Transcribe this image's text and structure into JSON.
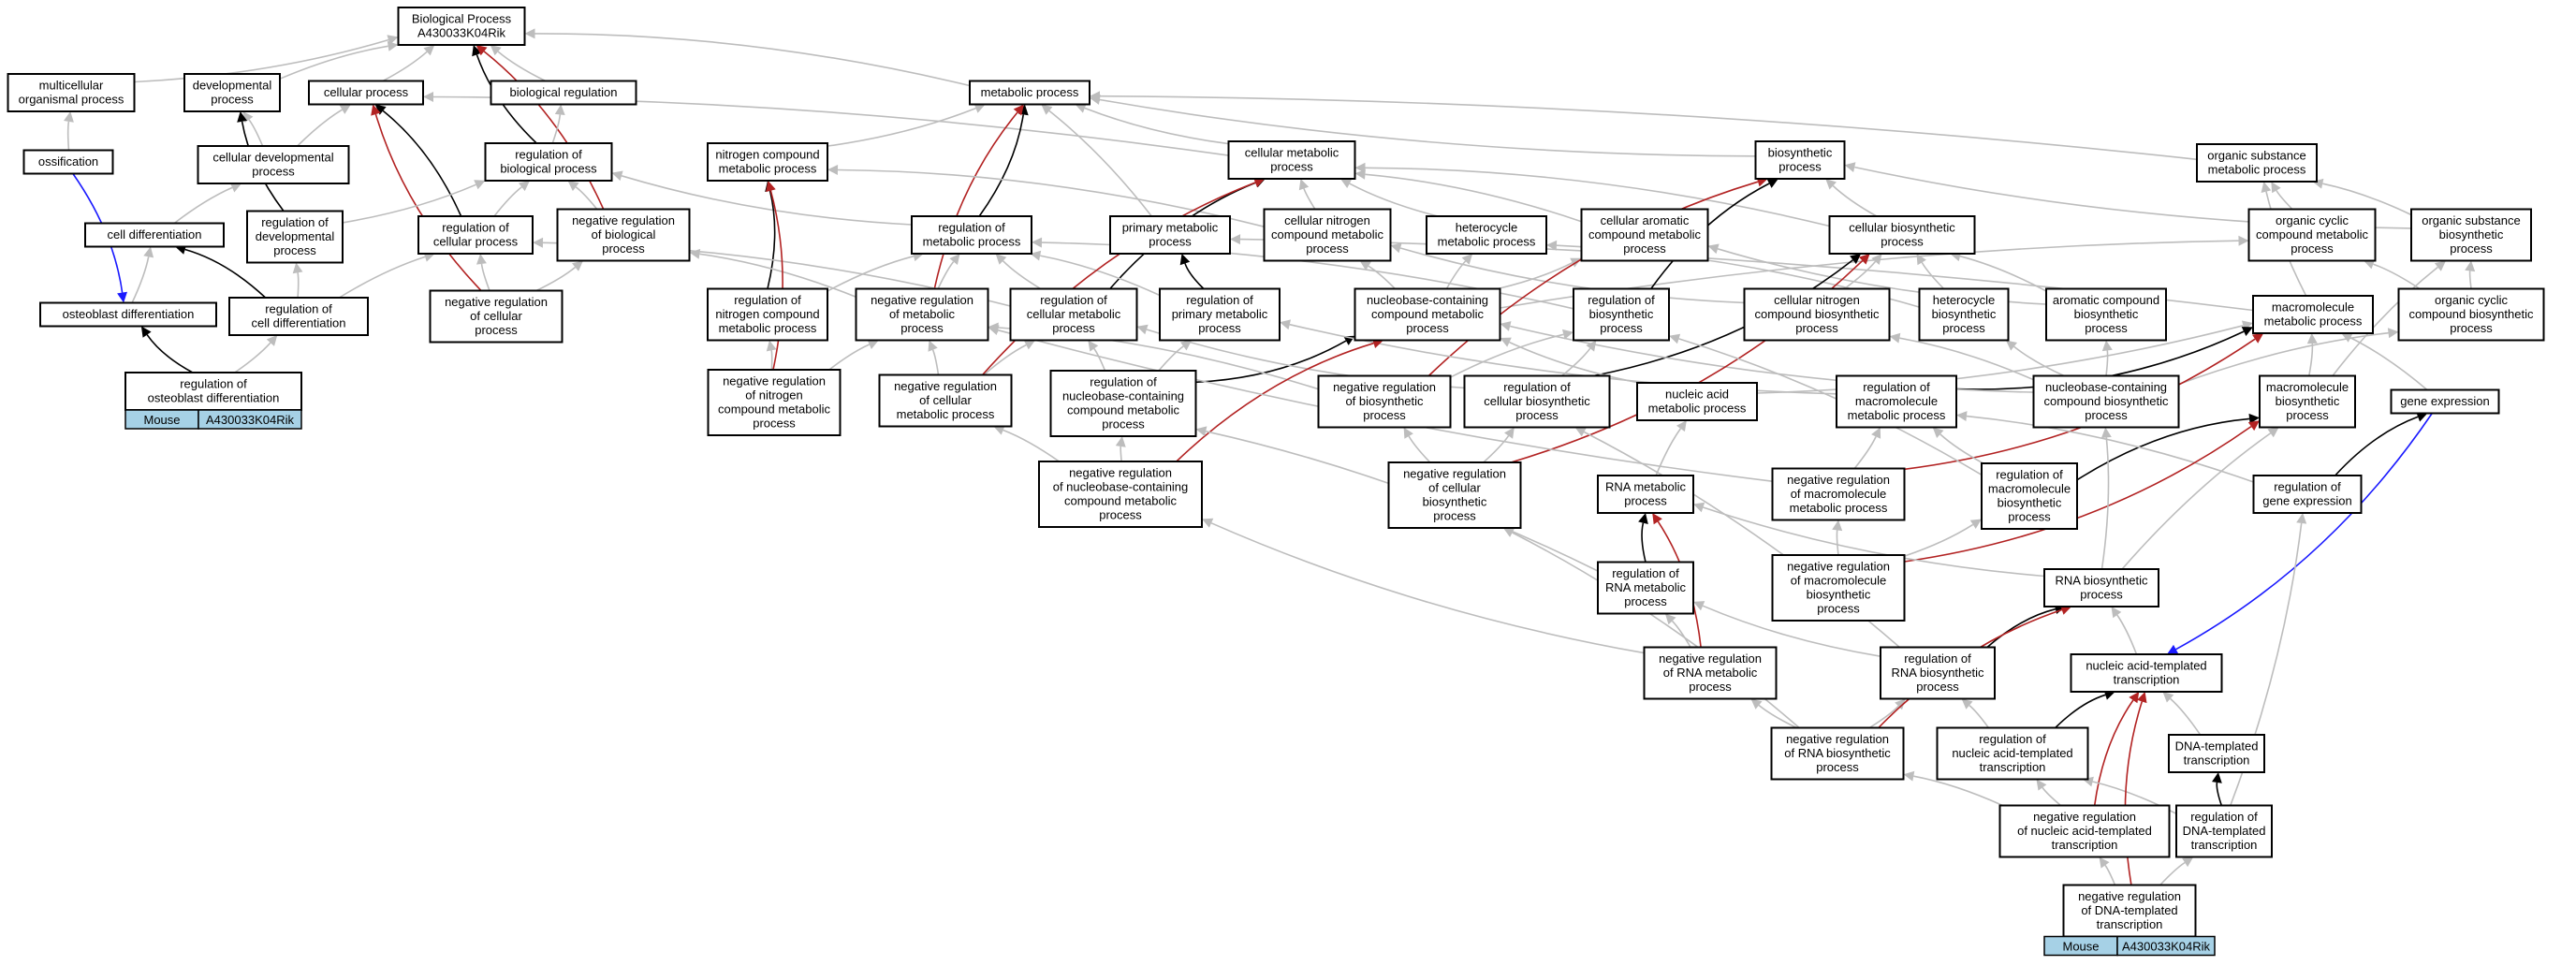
{
  "colors": {
    "is_a": "#bdbdbd",
    "part_of": "#000000",
    "negatively_regulates": "#b22222",
    "positively_regulates": "#1a1aff",
    "gene_cell": "#a6d1e6"
  },
  "nodes": [
    {
      "id": "bp",
      "lines": [
        "Biological Process",
        "A430033K04Rik"
      ]
    },
    {
      "id": "mop",
      "lines": [
        "multicellular",
        "organismal process"
      ]
    },
    {
      "id": "dev",
      "lines": [
        "developmental",
        "process"
      ]
    },
    {
      "id": "cp",
      "lines": [
        "cellular process"
      ]
    },
    {
      "id": "breg",
      "lines": [
        "biological regulation"
      ]
    },
    {
      "id": "mp",
      "lines": [
        "metabolic process"
      ]
    },
    {
      "id": "oss",
      "lines": [
        "ossification"
      ]
    },
    {
      "id": "cdp",
      "lines": [
        "cellular developmental",
        "process"
      ]
    },
    {
      "id": "rbp",
      "lines": [
        "regulation of",
        "biological process"
      ]
    },
    {
      "id": "ncmp",
      "lines": [
        "nitrogen compound",
        "metabolic process"
      ]
    },
    {
      "id": "cmp",
      "lines": [
        "cellular metabolic",
        "process"
      ]
    },
    {
      "id": "bsp",
      "lines": [
        "biosynthetic",
        "process"
      ]
    },
    {
      "id": "osmp",
      "lines": [
        "organic substance",
        "metabolic process"
      ]
    },
    {
      "id": "cdiff",
      "lines": [
        "cell differentiation"
      ]
    },
    {
      "id": "rdp",
      "lines": [
        "regulation of",
        "developmental",
        "process"
      ]
    },
    {
      "id": "rcp",
      "lines": [
        "regulation of",
        "cellular process"
      ]
    },
    {
      "id": "nrbp",
      "lines": [
        "negative regulation",
        "of biological",
        "process"
      ]
    },
    {
      "id": "rmp",
      "lines": [
        "regulation of",
        "metabolic process"
      ]
    },
    {
      "id": "pmp",
      "lines": [
        "primary metabolic",
        "process"
      ]
    },
    {
      "id": "cncmp",
      "lines": [
        "cellular nitrogen",
        "compound metabolic",
        "process"
      ]
    },
    {
      "id": "hmp",
      "lines": [
        "heterocycle",
        "metabolic process"
      ]
    },
    {
      "id": "camp",
      "lines": [
        "cellular aromatic",
        "compound metabolic",
        "process"
      ]
    },
    {
      "id": "cbp",
      "lines": [
        "cellular biosynthetic",
        "process"
      ]
    },
    {
      "id": "occmp",
      "lines": [
        "organic cyclic",
        "compound metabolic",
        "process"
      ]
    },
    {
      "id": "osbp",
      "lines": [
        "organic substance",
        "biosynthetic",
        "process"
      ]
    },
    {
      "id": "obd",
      "lines": [
        "osteoblast differentiation"
      ]
    },
    {
      "id": "rcd",
      "lines": [
        "regulation of",
        "cell differentiation"
      ]
    },
    {
      "id": "nrcp",
      "lines": [
        "negative regulation",
        "of cellular",
        "process"
      ]
    },
    {
      "id": "rncmp",
      "lines": [
        "regulation of",
        "nitrogen compound",
        "metabolic process"
      ]
    },
    {
      "id": "nrmp",
      "lines": [
        "negative regulation",
        "of metabolic",
        "process"
      ]
    },
    {
      "id": "rcmp",
      "lines": [
        "regulation of",
        "cellular metabolic",
        "process"
      ]
    },
    {
      "id": "rpmp",
      "lines": [
        "regulation of",
        "primary metabolic",
        "process"
      ]
    },
    {
      "id": "nbcmp",
      "lines": [
        "nucleobase-containing",
        "compound metabolic",
        "process"
      ]
    },
    {
      "id": "rbsp",
      "lines": [
        "regulation of",
        "biosynthetic",
        "process"
      ]
    },
    {
      "id": "cncbp",
      "lines": [
        "cellular nitrogen",
        "compound biosynthetic",
        "process"
      ]
    },
    {
      "id": "hbp",
      "lines": [
        "heterocycle",
        "biosynthetic",
        "process"
      ]
    },
    {
      "id": "acbp",
      "lines": [
        "aromatic compound",
        "biosynthetic",
        "process"
      ]
    },
    {
      "id": "mmp",
      "lines": [
        "macromolecule",
        "metabolic process"
      ]
    },
    {
      "id": "occbp",
      "lines": [
        "organic cyclic",
        "compound biosynthetic",
        "process"
      ]
    },
    {
      "id": "robd",
      "lines": [
        "regulation of",
        "osteoblast differentiation"
      ]
    },
    {
      "id": "nrncmp",
      "lines": [
        "negative regulation",
        "of nitrogen",
        "compound metabolic",
        "process"
      ]
    },
    {
      "id": "nrcmp",
      "lines": [
        "negative regulation",
        "of cellular",
        "metabolic process"
      ]
    },
    {
      "id": "rnbcmp",
      "lines": [
        "regulation of",
        "nucleobase-containing",
        "compound metabolic",
        "process"
      ]
    },
    {
      "id": "nrbsp",
      "lines": [
        "negative regulation",
        "of biosynthetic",
        "process"
      ]
    },
    {
      "id": "rcbp",
      "lines": [
        "regulation of",
        "cellular biosynthetic",
        "process"
      ]
    },
    {
      "id": "namp",
      "lines": [
        "nucleic acid",
        "metabolic process"
      ]
    },
    {
      "id": "rmmp",
      "lines": [
        "regulation of",
        "macromolecule",
        "metabolic process"
      ]
    },
    {
      "id": "nbcbp",
      "lines": [
        "nucleobase-containing",
        "compound biosynthetic",
        "process"
      ]
    },
    {
      "id": "mbp",
      "lines": [
        "macromolecule",
        "biosynthetic",
        "process"
      ]
    },
    {
      "id": "ge",
      "lines": [
        "gene expression"
      ]
    },
    {
      "id": "nrnbcmp",
      "lines": [
        "negative regulation",
        "of nucleobase-containing",
        "compound metabolic",
        "process"
      ]
    },
    {
      "id": "nrcbp",
      "lines": [
        "negative regulation",
        "of cellular",
        "biosynthetic",
        "process"
      ]
    },
    {
      "id": "rnamp",
      "lines": [
        "RNA metabolic",
        "process"
      ]
    },
    {
      "id": "nrmmp",
      "lines": [
        "negative regulation",
        "of macromolecule",
        "metabolic process"
      ]
    },
    {
      "id": "rmbp",
      "lines": [
        "regulation of",
        "macromolecule",
        "biosynthetic",
        "process"
      ]
    },
    {
      "id": "rge",
      "lines": [
        "regulation of",
        "gene expression"
      ]
    },
    {
      "id": "rrnamp",
      "lines": [
        "regulation of",
        "RNA metabolic",
        "process"
      ]
    },
    {
      "id": "nrmbp",
      "lines": [
        "negative regulation",
        "of macromolecule",
        "biosynthetic",
        "process"
      ]
    },
    {
      "id": "rnabp",
      "lines": [
        "RNA biosynthetic",
        "process"
      ]
    },
    {
      "id": "nrrnamp",
      "lines": [
        "negative regulation",
        "of RNA metabolic",
        "process"
      ]
    },
    {
      "id": "rrnabp",
      "lines": [
        "regulation of",
        "RNA biosynthetic",
        "process"
      ]
    },
    {
      "id": "natt",
      "lines": [
        "nucleic acid-templated",
        "transcription"
      ]
    },
    {
      "id": "nrrnabp",
      "lines": [
        "negative regulation",
        "of RNA biosynthetic",
        "process"
      ]
    },
    {
      "id": "rnatt",
      "lines": [
        "regulation of",
        "nucleic acid-templated",
        "transcription"
      ]
    },
    {
      "id": "dtt",
      "lines": [
        "DNA-templated",
        "transcription"
      ]
    },
    {
      "id": "nrnatt",
      "lines": [
        "negative regulation",
        "of nucleic acid-templated",
        "transcription"
      ]
    },
    {
      "id": "rdtt",
      "lines": [
        "regulation of",
        "DNA-templated",
        "transcription"
      ]
    },
    {
      "id": "nrdtt",
      "lines": [
        "negative regulation",
        "of DNA-templated",
        "transcription"
      ]
    }
  ],
  "gene_labels": [
    {
      "for": "robd",
      "species": "Mouse",
      "gene": "A430033K04Rik"
    },
    {
      "for": "nrdtt",
      "species": "Mouse",
      "gene": "A430033K04Rik"
    }
  ],
  "edges": [
    [
      "mop",
      "bp",
      "is_a"
    ],
    [
      "dev",
      "bp",
      "is_a"
    ],
    [
      "cp",
      "bp",
      "is_a"
    ],
    [
      "breg",
      "bp",
      "is_a"
    ],
    [
      "mp",
      "bp",
      "is_a"
    ],
    [
      "rbp",
      "bp",
      "part_of"
    ],
    [
      "nrbp",
      "bp",
      "negatively_regulates"
    ],
    [
      "oss",
      "mop",
      "is_a"
    ],
    [
      "cdp",
      "dev",
      "is_a"
    ],
    [
      "cdp",
      "cp",
      "is_a"
    ],
    [
      "rbp",
      "breg",
      "is_a"
    ],
    [
      "rdp",
      "dev",
      "part_of"
    ],
    [
      "rcp",
      "cp",
      "part_of"
    ],
    [
      "nrcp",
      "cp",
      "negatively_regulates"
    ],
    [
      "ncmp",
      "mp",
      "is_a"
    ],
    [
      "cmp",
      "mp",
      "is_a"
    ],
    [
      "cmp",
      "cp",
      "is_a"
    ],
    [
      "bsp",
      "mp",
      "is_a"
    ],
    [
      "osmp",
      "mp",
      "is_a"
    ],
    [
      "cdiff",
      "cdp",
      "is_a"
    ],
    [
      "rdp",
      "rbp",
      "is_a"
    ],
    [
      "rcp",
      "rbp",
      "is_a"
    ],
    [
      "nrbp",
      "rbp",
      "is_a"
    ],
    [
      "rmp",
      "rbp",
      "is_a"
    ],
    [
      "rmp",
      "mp",
      "part_of"
    ],
    [
      "nrmp",
      "mp",
      "negatively_regulates"
    ],
    [
      "pmp",
      "mp",
      "is_a"
    ],
    [
      "cncmp",
      "cmp",
      "is_a"
    ],
    [
      "cncmp",
      "ncmp",
      "is_a"
    ],
    [
      "hmp",
      "cmp",
      "is_a"
    ],
    [
      "camp",
      "cmp",
      "is_a"
    ],
    [
      "cbp",
      "bsp",
      "is_a"
    ],
    [
      "cbp",
      "cmp",
      "is_a"
    ],
    [
      "occmp",
      "osmp",
      "is_a"
    ],
    [
      "osbp",
      "osmp",
      "is_a"
    ],
    [
      "osbp",
      "bsp",
      "is_a"
    ],
    [
      "obd",
      "cdiff",
      "is_a"
    ],
    [
      "oss",
      "obd",
      "positively_regulates"
    ],
    [
      "rcd",
      "rdp",
      "is_a"
    ],
    [
      "rcd",
      "rcp",
      "is_a"
    ],
    [
      "rcd",
      "cdiff",
      "part_of"
    ],
    [
      "nrcp",
      "rcp",
      "is_a"
    ],
    [
      "nrcp",
      "nrbp",
      "is_a"
    ],
    [
      "rncmp",
      "rmp",
      "is_a"
    ],
    [
      "rncmp",
      "ncmp",
      "part_of"
    ],
    [
      "nrmp",
      "rmp",
      "is_a"
    ],
    [
      "nrmp",
      "nrbp",
      "is_a"
    ],
    [
      "rcmp",
      "rmp",
      "is_a"
    ],
    [
      "rcmp",
      "rcp",
      "is_a"
    ],
    [
      "rcmp",
      "cmp",
      "part_of"
    ],
    [
      "rpmp",
      "rmp",
      "is_a"
    ],
    [
      "rpmp",
      "pmp",
      "part_of"
    ],
    [
      "nbcmp",
      "cncmp",
      "is_a"
    ],
    [
      "nbcmp",
      "hmp",
      "is_a"
    ],
    [
      "nbcmp",
      "camp",
      "is_a"
    ],
    [
      "nbcmp",
      "occmp",
      "is_a"
    ],
    [
      "rbsp",
      "rmp",
      "is_a"
    ],
    [
      "rbsp",
      "bsp",
      "part_of"
    ],
    [
      "cncbp",
      "cbp",
      "is_a"
    ],
    [
      "cncbp",
      "cncmp",
      "is_a"
    ],
    [
      "hbp",
      "hmp",
      "is_a"
    ],
    [
      "hbp",
      "cbp",
      "is_a"
    ],
    [
      "acbp",
      "cbp",
      "is_a"
    ],
    [
      "acbp",
      "camp",
      "is_a"
    ],
    [
      "mmp",
      "pmp",
      "is_a"
    ],
    [
      "mmp",
      "osmp",
      "is_a"
    ],
    [
      "occbp",
      "occmp",
      "is_a"
    ],
    [
      "occbp",
      "osbp",
      "is_a"
    ],
    [
      "robd",
      "rcd",
      "is_a"
    ],
    [
      "robd",
      "obd",
      "part_of"
    ],
    [
      "nrncmp",
      "rncmp",
      "is_a"
    ],
    [
      "nrncmp",
      "nrmp",
      "is_a"
    ],
    [
      "nrncmp",
      "ncmp",
      "negatively_regulates"
    ],
    [
      "nrcmp",
      "rcmp",
      "is_a"
    ],
    [
      "nrcmp",
      "nrmp",
      "is_a"
    ],
    [
      "nrcmp",
      "cmp",
      "negatively_regulates"
    ],
    [
      "rnbcmp",
      "rcmp",
      "is_a"
    ],
    [
      "rnbcmp",
      "rpmp",
      "is_a"
    ],
    [
      "rnbcmp",
      "nbcmp",
      "part_of"
    ],
    [
      "nrbsp",
      "rbsp",
      "is_a"
    ],
    [
      "nrbsp",
      "nrmp",
      "is_a"
    ],
    [
      "nrbsp",
      "bsp",
      "negatively_regulates"
    ],
    [
      "rcbp",
      "rbsp",
      "is_a"
    ],
    [
      "rcbp",
      "rcmp",
      "is_a"
    ],
    [
      "rcbp",
      "cbp",
      "part_of"
    ],
    [
      "namp",
      "nbcmp",
      "is_a"
    ],
    [
      "namp",
      "mmp",
      "is_a"
    ],
    [
      "rmmp",
      "rpmp",
      "is_a"
    ],
    [
      "rmmp",
      "mmp",
      "part_of"
    ],
    [
      "nbcbp",
      "nbcmp",
      "is_a"
    ],
    [
      "nbcbp",
      "cncbp",
      "is_a"
    ],
    [
      "nbcbp",
      "hbp",
      "is_a"
    ],
    [
      "nbcbp",
      "acbp",
      "is_a"
    ],
    [
      "nbcbp",
      "occbp",
      "is_a"
    ],
    [
      "mbp",
      "mmp",
      "is_a"
    ],
    [
      "mbp",
      "osbp",
      "is_a"
    ],
    [
      "ge",
      "mmp",
      "is_a"
    ],
    [
      "nrnbcmp",
      "rnbcmp",
      "is_a"
    ],
    [
      "nrnbcmp",
      "nrcmp",
      "is_a"
    ],
    [
      "nrnbcmp",
      "nbcmp",
      "negatively_regulates"
    ],
    [
      "nrcbp",
      "rcbp",
      "is_a"
    ],
    [
      "nrcbp",
      "nrbsp",
      "is_a"
    ],
    [
      "nrcbp",
      "cbp",
      "negatively_regulates"
    ],
    [
      "rnamp",
      "namp",
      "is_a"
    ],
    [
      "nrmmp",
      "rmmp",
      "is_a"
    ],
    [
      "nrmmp",
      "nrmp",
      "is_a"
    ],
    [
      "nrmmp",
      "mmp",
      "negatively_regulates"
    ],
    [
      "rmbp",
      "rmmp",
      "is_a"
    ],
    [
      "rmbp",
      "rbsp",
      "is_a"
    ],
    [
      "rmbp",
      "mbp",
      "part_of"
    ],
    [
      "rge",
      "rmmp",
      "is_a"
    ],
    [
      "rge",
      "ge",
      "part_of"
    ],
    [
      "rrnamp",
      "rnbcmp",
      "is_a"
    ],
    [
      "rrnamp",
      "rnamp",
      "part_of"
    ],
    [
      "nrmbp",
      "rmbp",
      "is_a"
    ],
    [
      "nrmbp",
      "nrmmp",
      "is_a"
    ],
    [
      "nrmbp",
      "mbp",
      "negatively_regulates"
    ],
    [
      "rnabp",
      "rnamp",
      "is_a"
    ],
    [
      "rnabp",
      "nbcbp",
      "is_a"
    ],
    [
      "rnabp",
      "mbp",
      "is_a"
    ],
    [
      "nrrnamp",
      "rrnamp",
      "is_a"
    ],
    [
      "nrrnamp",
      "nrnbcmp",
      "is_a"
    ],
    [
      "nrrnamp",
      "rnamp",
      "negatively_regulates"
    ],
    [
      "rrnabp",
      "rrnamp",
      "is_a"
    ],
    [
      "rrnabp",
      "rcbp",
      "is_a"
    ],
    [
      "rrnabp",
      "rnabp",
      "part_of"
    ],
    [
      "natt",
      "rnabp",
      "is_a"
    ],
    [
      "ge",
      "natt",
      "positively_regulates"
    ],
    [
      "nrrnabp",
      "rrnabp",
      "is_a"
    ],
    [
      "nrrnabp",
      "nrrnamp",
      "is_a"
    ],
    [
      "nrrnabp",
      "nrcbp",
      "is_a"
    ],
    [
      "nrrnabp",
      "rnabp",
      "negatively_regulates"
    ],
    [
      "rnatt",
      "rrnabp",
      "is_a"
    ],
    [
      "rnatt",
      "natt",
      "part_of"
    ],
    [
      "dtt",
      "natt",
      "is_a"
    ],
    [
      "nrnatt",
      "rnatt",
      "is_a"
    ],
    [
      "nrnatt",
      "nrrnabp",
      "is_a"
    ],
    [
      "nrnatt",
      "natt",
      "negatively_regulates"
    ],
    [
      "rdtt",
      "rnatt",
      "is_a"
    ],
    [
      "rdtt",
      "dtt",
      "part_of"
    ],
    [
      "rdtt",
      "rge",
      "is_a"
    ],
    [
      "nrdtt",
      "rdtt",
      "is_a"
    ],
    [
      "nrdtt",
      "nrnatt",
      "is_a"
    ],
    [
      "nrdtt",
      "natt",
      "negatively_regulates"
    ]
  ]
}
